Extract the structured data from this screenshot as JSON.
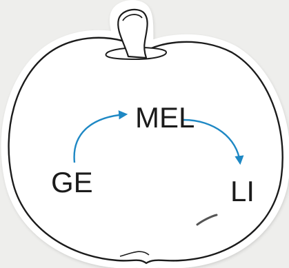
{
  "syllables": [
    "GE",
    "MEL",
    "LI"
  ],
  "colors": {
    "outline": "#1b1b1b",
    "arrow": "#1e88c4",
    "page_background": "#eeeeec",
    "apple_fill": "#ffffff"
  },
  "icons": {
    "apple": "apple-outline-icon",
    "arrow": "curved-arrow-icon"
  }
}
